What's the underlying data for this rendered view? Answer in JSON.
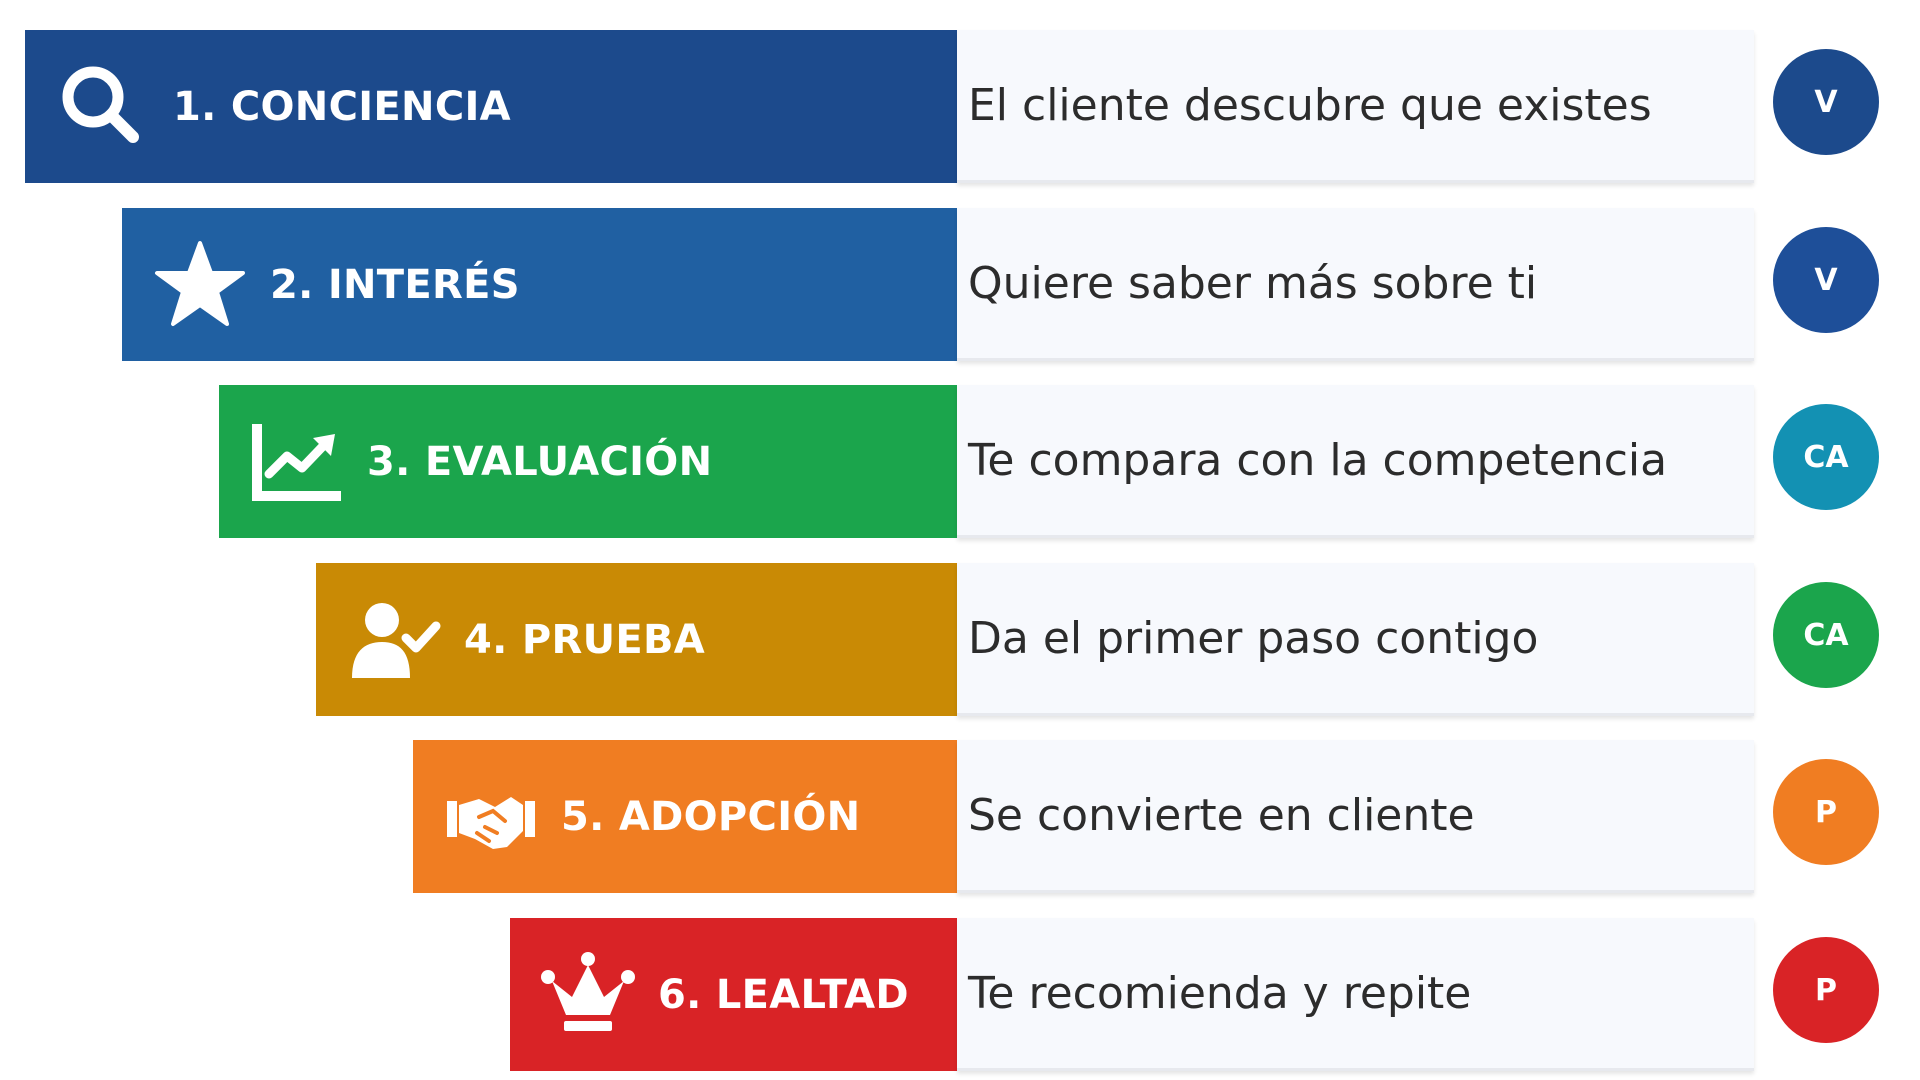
{
  "stages": [
    {
      "label": "1. CONCIENCIA",
      "description": "El cliente descubre que existes",
      "badge": "V",
      "icon": "search-icon",
      "color": "#1c4a8c",
      "badge_color": "#1c4a8c"
    },
    {
      "label": "2. INTERÉS",
      "description": "Quiere saber más sobre ti",
      "badge": "V",
      "icon": "star-icon",
      "color": "#2060a2",
      "badge_color": "#1e4f99"
    },
    {
      "label": "3. EVALUACIÓN",
      "description": "Te compara con la competencia",
      "badge": "CA",
      "icon": "chart-trend-icon",
      "color": "#1ba54c",
      "badge_color": "#1391b3"
    },
    {
      "label": "4. PRUEBA",
      "description": "Da el primer paso contigo",
      "badge": "CA",
      "icon": "user-check-icon",
      "color": "#c98a05",
      "badge_color": "#1ba54c"
    },
    {
      "label": "5. ADOPCIÓN",
      "description": "Se convierte en cliente",
      "badge": "P",
      "icon": "handshake-icon",
      "color": "#f07d22",
      "badge_color": "#f07d22"
    },
    {
      "label": "6. LEALTAD",
      "description": "Te recomienda y repite",
      "badge": "P",
      "icon": "crown-icon",
      "color": "#d92326",
      "badge_color": "#d92326"
    }
  ]
}
